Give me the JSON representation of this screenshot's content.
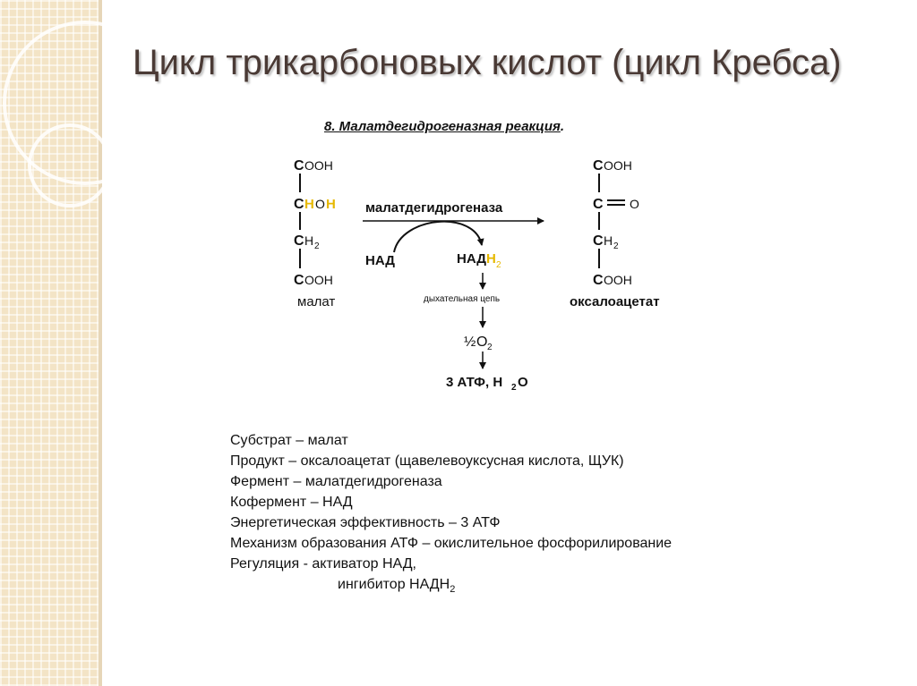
{
  "theme": {
    "sidebar_color": "#f3e4c6",
    "title_color": "#4a3a35",
    "highlight_color": "#e6b800"
  },
  "slide": {
    "title": "Цикл трикарбоновых кислот (цикл Кребса)",
    "subtitle": "8. Малатдегидрогеназная реакция",
    "subtitle_suffix": "."
  },
  "diagram": {
    "malate": {
      "c1": "C",
      "c1_group": "OOH",
      "c2": "C",
      "c2_h1": "H",
      "c2_o": "O",
      "c2_h2": "H",
      "c3": "C",
      "c3_h": "H",
      "c3_sub": "2",
      "c4": "C",
      "c4_group": "OOH",
      "name": "малат"
    },
    "enzyme": "малатдегидрогеназа",
    "cofactor_in": "НАД",
    "cofactor_out": "НАД",
    "cofactor_out_h": "Н",
    "cofactor_out_sub": "2",
    "respiratory_chain": "дыхательная цепь",
    "oxygen": "½",
    "oxygen_o": "O",
    "oxygen_sub": "2",
    "products": "3 АТФ, Н",
    "products_sub": "2",
    "products_end": "О",
    "oxaloacetate": {
      "c1": "C",
      "c1_group": "OOH",
      "c2": "C",
      "c2_o": "O",
      "c3": "C",
      "c3_h": "H",
      "c3_sub": "2",
      "c4": "C",
      "c4_group": "OOH",
      "name": "оксалоацетат"
    }
  },
  "properties": {
    "substrate": "Субстрат – малат",
    "product": "Продукт – оксалоацетат (щавелевоуксусная кислота, ЩУК)",
    "enzyme": "Фермент – малатдегидрогеназа",
    "coenzyme": "Кофермент – НАД",
    "efficiency": "Энергетическая эффективность – 3 АТФ",
    "mechanism": "Механизм образования АТФ – окислительное фосфорилирование",
    "regulation": "Регуляция -  активатор НАД,",
    "inhibitor": "ингибитор НАДН",
    "inhibitor_sub": "2"
  }
}
